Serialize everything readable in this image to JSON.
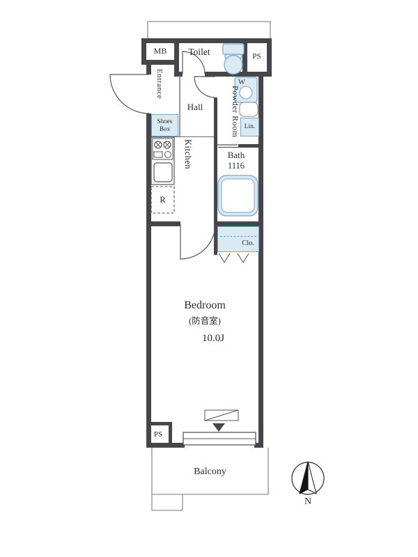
{
  "plan": {
    "rooms": {
      "mb": "MB",
      "toilet": "Toilet",
      "ps_top": "PS",
      "entrance": "Entrance",
      "hall": "Hall",
      "powder_room": "Powder Room",
      "kitchen": "Kitchen",
      "bath": "Bath",
      "bath_size": "1116",
      "bedroom": "Bedroom",
      "bedroom_note": "(防音室)",
      "bedroom_size": "10.0J",
      "ps_bottom": "PS",
      "balcony": "Balcony"
    },
    "fixtures": {
      "shoes_box": "Shoes Box",
      "washer": "W",
      "linen": "Lin.",
      "fridge": "R",
      "closet": "Clo."
    },
    "compass": {
      "north": "N"
    },
    "colors": {
      "wall": "#46464a",
      "line": "#55565a",
      "fixture_fill": "#d9eaf4",
      "fixture_stroke": "#7ba6c4",
      "text": "#2b2b2b"
    }
  }
}
